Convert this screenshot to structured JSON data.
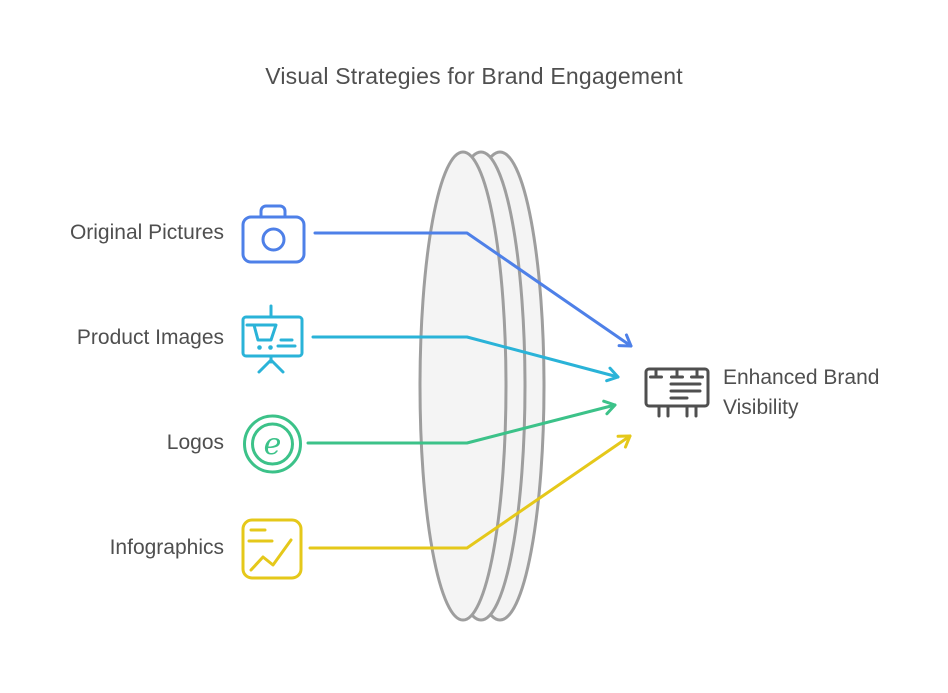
{
  "diagram": {
    "title": "Visual Strategies for Brand Engagement",
    "text_color": "#4f4f4f",
    "sources": [
      {
        "label": "Original Pictures",
        "icon": "camera-icon",
        "color": "#4e80e8"
      },
      {
        "label": "Product Images",
        "icon": "easel-shopping-cart-icon",
        "color": "#2ab3d8"
      },
      {
        "label": "Logos",
        "icon": "logo-e-badge-icon",
        "color": "#3cc289",
        "glyph": "e"
      },
      {
        "label": "Infographics",
        "icon": "line-chart-document-icon",
        "color": "#e5c81a"
      }
    ],
    "lens": {
      "icon": "lens-icon",
      "stroke": "#9e9e9e",
      "fill": "#f4f4f4"
    },
    "result": {
      "label": "Enhanced Brand Visibility",
      "icon": "billboard-icon",
      "color": "#4f4f4f"
    }
  }
}
